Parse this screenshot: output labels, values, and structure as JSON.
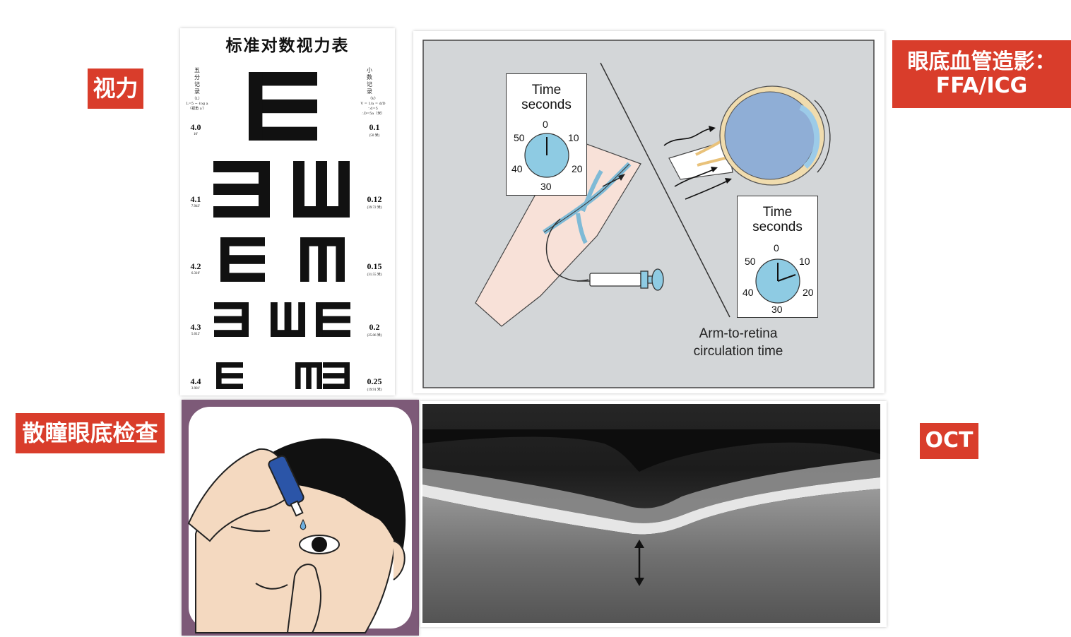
{
  "labels": {
    "visual_acuity": "视力",
    "angiography_line1": "眼底血管造影：",
    "angiography_line2": "FFA/ICG",
    "dilated_exam": "散瞳眼底检查",
    "oct": "OCT"
  },
  "eye_chart": {
    "title": "标准对数视力表",
    "left_header": [
      "五",
      "分",
      "记",
      "录",
      "（L）"
    ],
    "left_formula": "L=5 − ℓog a",
    "left_formula_note": "（视角 a′）",
    "right_header": [
      "小",
      "数",
      "记",
      "录",
      "（V）"
    ],
    "right_formula": "V = 1/a = d/D",
    "right_formula_note1": "∵d=5",
    "right_formula_note2": "∴D=5a（米）",
    "rows": [
      {
        "five_point": "4.0",
        "angle": "10′",
        "decimal": "0.1",
        "distance": "(50 米)"
      },
      {
        "five_point": "4.1",
        "angle": "7.943′",
        "decimal": "0.12",
        "distance": "(39.72 米)"
      },
      {
        "five_point": "4.2",
        "angle": "6.310′",
        "decimal": "0.15",
        "distance": "(31.55 米)"
      },
      {
        "five_point": "4.3",
        "angle": "5.012′",
        "decimal": "0.2",
        "distance": "(25.06 米)"
      },
      {
        "five_point": "4.4",
        "angle": "3.981′",
        "decimal": "0.25",
        "distance": "(19.91 米)"
      }
    ]
  },
  "ffa_diagram": {
    "clock_title_line1": "Time",
    "clock_title_line2": "seconds",
    "clock_numbers": [
      "0",
      "10",
      "20",
      "30",
      "40",
      "50"
    ],
    "caption_line1": "Arm-to-retina",
    "caption_line2": "circulation time",
    "colors": {
      "background": "#d3d6d8",
      "clock_face": "#8ecbe3",
      "vein": "#7fbad6",
      "skin": "#f8e1d8",
      "eyeball": "#8faed6"
    }
  }
}
